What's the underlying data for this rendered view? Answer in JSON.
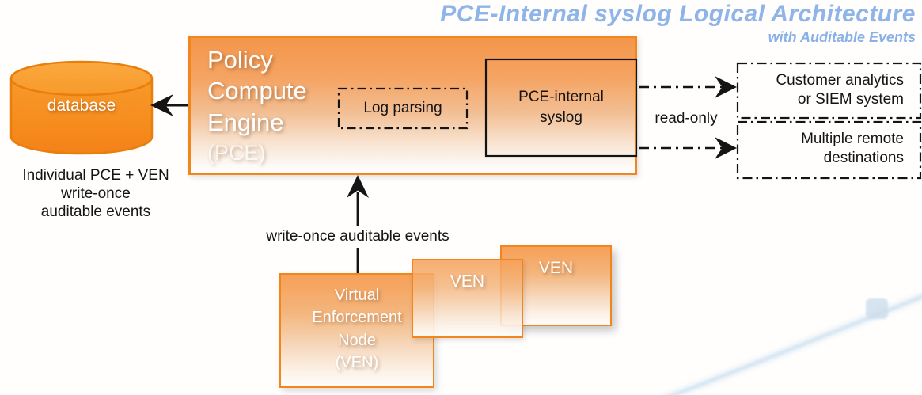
{
  "title": {
    "main": "PCE-Internal syslog Logical Architecture",
    "subtitle": "with Auditable Events"
  },
  "database": {
    "label": "database",
    "caption": "Individual PCE + VEN\nwrite-once\nauditable events"
  },
  "pce": {
    "name": "Policy\nCompute\nEngine",
    "abbr": "(PCE)",
    "log_parsing_label": "Log parsing",
    "syslog_label": "PCE-internal\nsyslog"
  },
  "flows": {
    "read_only_label": "read-only",
    "write_once_label": "write-once auditable events"
  },
  "destinations": {
    "customer": "Customer analytics\nor SIEM system",
    "remote": "Multiple remote\ndestinations"
  },
  "ven": {
    "front_label": "Virtual\nEnforcement\nNode\n(VEN)",
    "middle_label": "VEN",
    "right_label": "VEN"
  },
  "colors": {
    "accent_orange": "#f0861c",
    "title_blue": "#8fb4e8",
    "line_black": "#141414",
    "arc_blue": "#dce9f3"
  }
}
